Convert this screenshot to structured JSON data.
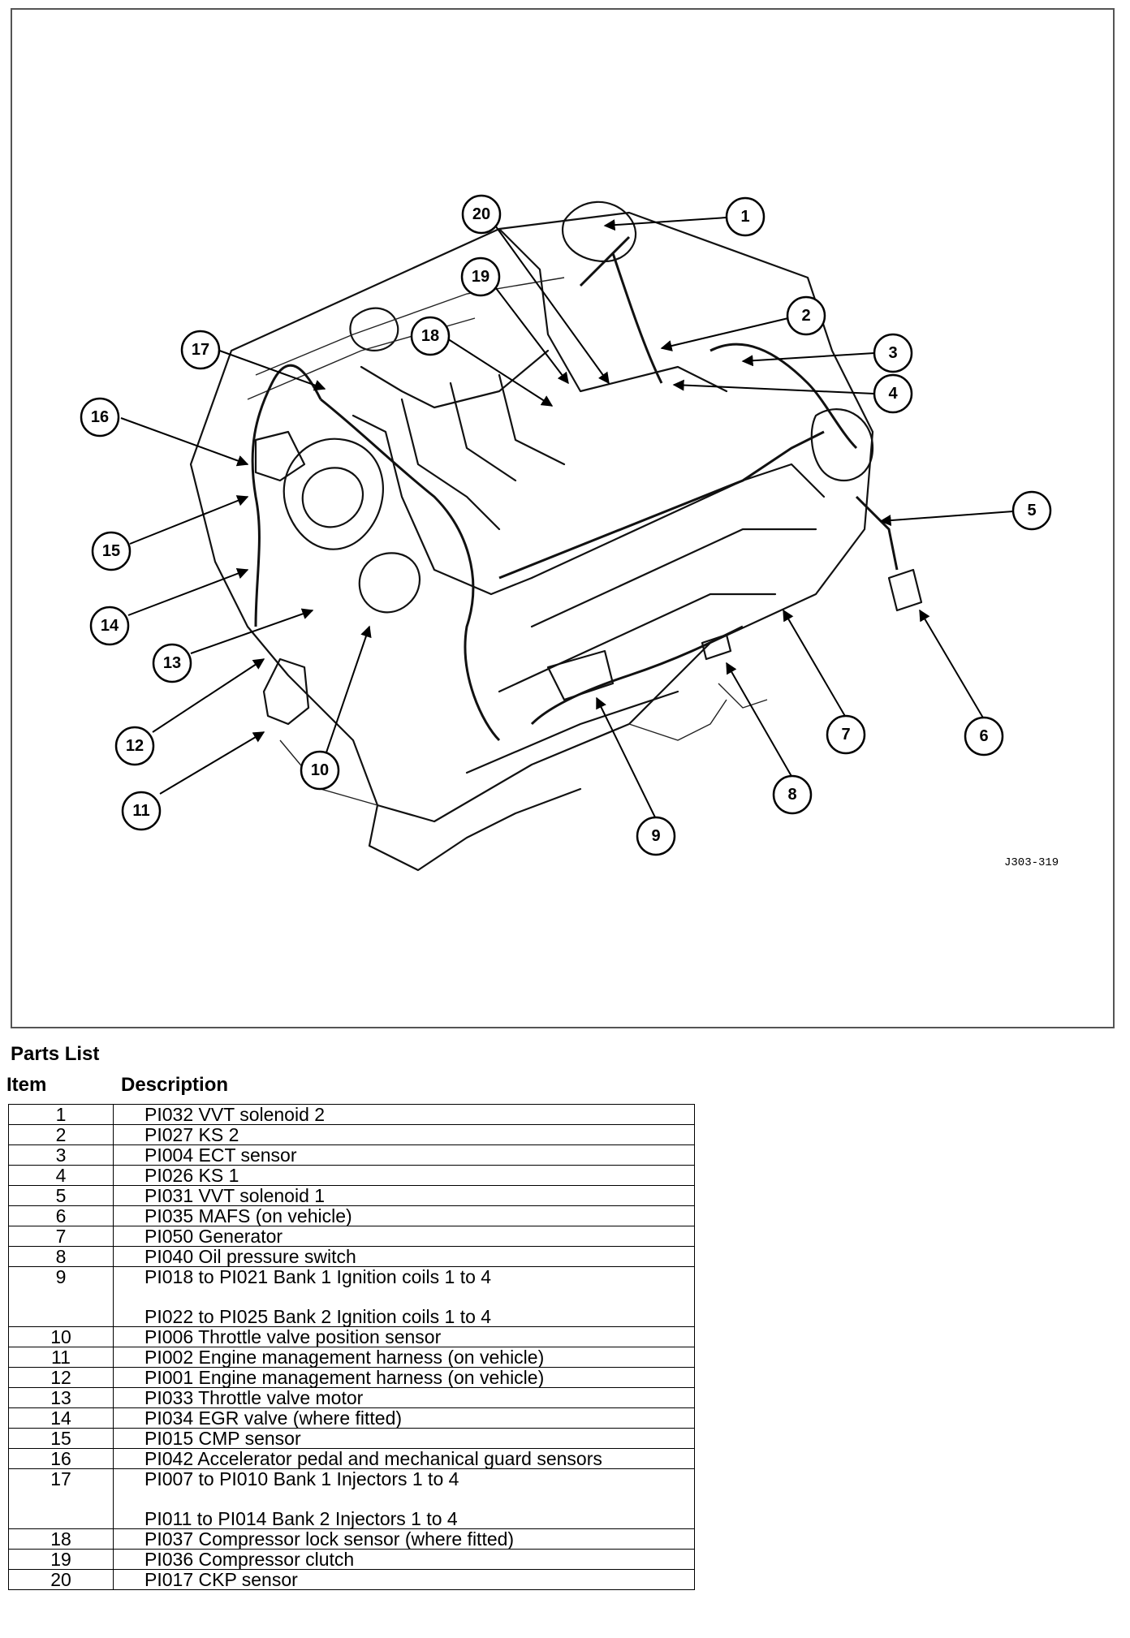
{
  "figure": {
    "reference_code": "J303-319",
    "callouts": [
      "1",
      "2",
      "3",
      "4",
      "5",
      "6",
      "7",
      "8",
      "9",
      "10",
      "11",
      "12",
      "13",
      "14",
      "15",
      "16",
      "17",
      "18",
      "19",
      "20"
    ]
  },
  "parts_list": {
    "title": "Parts List",
    "item_header": "Item",
    "description_header": "Description",
    "rows": [
      {
        "item": "1",
        "description": [
          "PI032 VVT solenoid 2"
        ]
      },
      {
        "item": "2",
        "description": [
          "PI027 KS 2"
        ]
      },
      {
        "item": "3",
        "description": [
          "PI004 ECT sensor"
        ]
      },
      {
        "item": "4",
        "description": [
          "PI026 KS 1"
        ]
      },
      {
        "item": "5",
        "description": [
          "PI031 VVT solenoid 1"
        ]
      },
      {
        "item": "6",
        "description": [
          "PI035 MAFS (on vehicle)"
        ]
      },
      {
        "item": "7",
        "description": [
          "PI050 Generator"
        ]
      },
      {
        "item": "8",
        "description": [
          "PI040 Oil pressure switch"
        ]
      },
      {
        "item": "9",
        "description": [
          "PI018 to PI021 Bank 1 Ignition coils 1 to 4",
          "PI022 to PI025 Bank 2 Ignition coils 1 to 4"
        ]
      },
      {
        "item": "10",
        "description": [
          "PI006 Throttle valve position sensor"
        ]
      },
      {
        "item": "11",
        "description": [
          "PI002 Engine management harness (on vehicle)"
        ]
      },
      {
        "item": "12",
        "description": [
          "PI001 Engine management harness (on vehicle)"
        ]
      },
      {
        "item": "13",
        "description": [
          "PI033 Throttle valve motor"
        ]
      },
      {
        "item": "14",
        "description": [
          "PI034 EGR valve (where fitted)"
        ]
      },
      {
        "item": "15",
        "description": [
          "PI015 CMP sensor"
        ]
      },
      {
        "item": "16",
        "description": [
          "PI042 Accelerator pedal and mechanical guard sensors"
        ]
      },
      {
        "item": "17",
        "description": [
          "PI007 to PI010 Bank 1 Injectors 1 to 4",
          "PI011 to PI014 Bank 2 Injectors 1 to 4"
        ]
      },
      {
        "item": "18",
        "description": [
          "PI037 Compressor lock sensor (where fitted)"
        ]
      },
      {
        "item": "19",
        "description": [
          "PI036 Compressor clutch"
        ]
      },
      {
        "item": "20",
        "description": [
          "PI017 CKP sensor"
        ]
      }
    ]
  }
}
